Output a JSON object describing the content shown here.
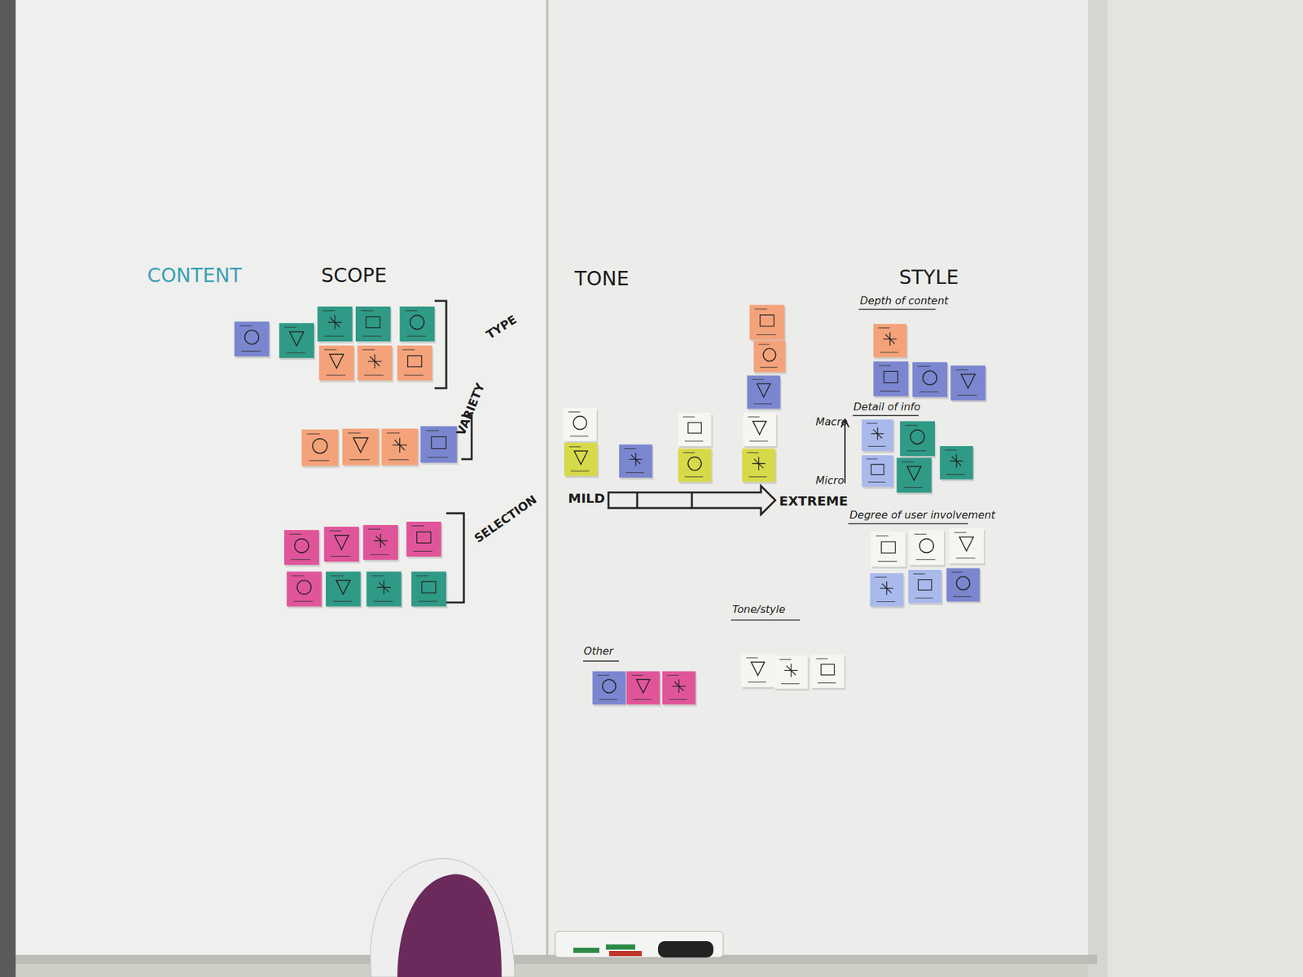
{
  "diagram": {
    "labels": [
      "CONTENT",
      "SCOPE",
      "TONE",
      "STYLE",
      "Depth of content",
      "TYPE",
      "Detail of info",
      "Macro",
      "VARIETY",
      "Micro",
      "MILD",
      "EXTREME",
      "Degree of user involvement",
      "SELECTION",
      "Tone/style",
      "Other"
    ]
  }
}
